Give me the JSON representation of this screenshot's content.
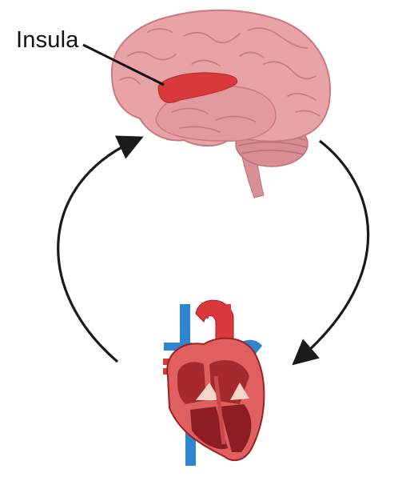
{
  "diagram": {
    "label": "Insula",
    "nodes": [
      {
        "id": "brain",
        "icon": "brain-icon"
      },
      {
        "id": "insula",
        "icon": "insula-region"
      },
      {
        "id": "heart",
        "icon": "heart-icon"
      }
    ],
    "edges": [
      {
        "from": "brain",
        "to": "heart",
        "style": "curved-arrow"
      },
      {
        "from": "heart",
        "to": "brain",
        "style": "curved-arrow"
      }
    ],
    "colors": {
      "brain_fill": "#e7a3a6",
      "brain_shadow": "#c9797f",
      "insula": "#d9393a",
      "heart_red": "#d9393a",
      "heart_dark": "#9e1f22",
      "vessel_blue": "#2f86cf",
      "arrow": "#1a1a1a"
    }
  }
}
